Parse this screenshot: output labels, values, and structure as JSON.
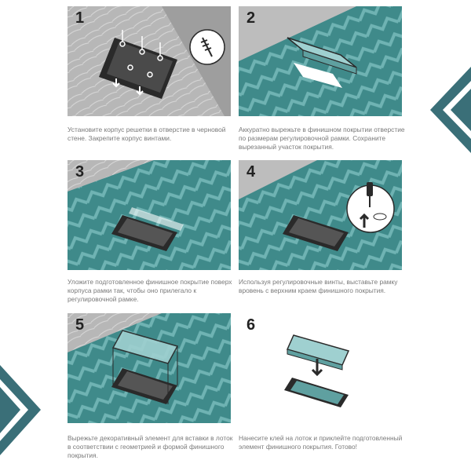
{
  "steps": [
    {
      "number": "1",
      "caption": "Установите корпус решетки в отверстие в черновой стене. Закрепите корпус винтами."
    },
    {
      "number": "2",
      "caption": "Аккуратно вырежьте в финишном покрытии отверстие по размерам регулировочной рамки. Сохраните вырезанный участок покрытия."
    },
    {
      "number": "3",
      "caption": "Уложите подготовленное финишное покрытие поверх корпуса рамки так, чтобы оно прилегало к регулировочной рамке."
    },
    {
      "number": "4",
      "caption": "Используя регулировочные винты, выставьте рамку вровень с верхним краем финишного покрытия."
    },
    {
      "number": "5",
      "caption": "Вырежьте декоративный элемент для вставки в лоток в соответствии с геометрией и формой финишного покрытия."
    },
    {
      "number": "6",
      "caption": "Нанесите клей на лоток и приклейте подготовленный элемент финишного покрытия. Готово!"
    }
  ],
  "colors": {
    "teal": "#3f8a8a",
    "teal_light": "#6fb3b3",
    "concrete": "#bdbdbd",
    "dark": "#2a2a2a",
    "accent": "#3a6f78"
  }
}
